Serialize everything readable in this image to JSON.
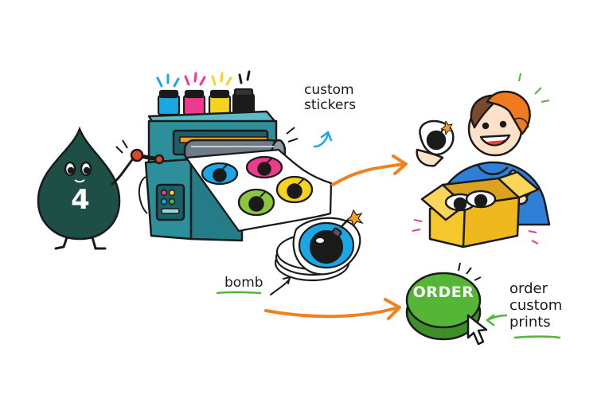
{
  "labels": {
    "custom_line1": "custom",
    "custom_line2": "stickers",
    "bomb": "bomb",
    "order_line1": "order",
    "order_line2": "custom",
    "order_line3": "prints"
  },
  "button": {
    "order_label": "ORDER"
  },
  "mascot": {
    "number": "4"
  },
  "colors": {
    "ink_cyan": "#1aa7e6",
    "ink_magenta": "#ee3a8c",
    "ink_yellow": "#f7d21e",
    "ink_black": "#1a1a1a",
    "printer_body": "#2c8f9a",
    "mascot": "#1d4f47",
    "arrow_orange": "#f0821e",
    "order_green": "#55b536",
    "box_yellow": "#f6c72c",
    "hoodie_blue": "#2f7fd6",
    "hat_orange": "#f07a1e"
  },
  "icons": [
    "cursor-icon",
    "bomb-icon",
    "ink-splash-icon"
  ]
}
